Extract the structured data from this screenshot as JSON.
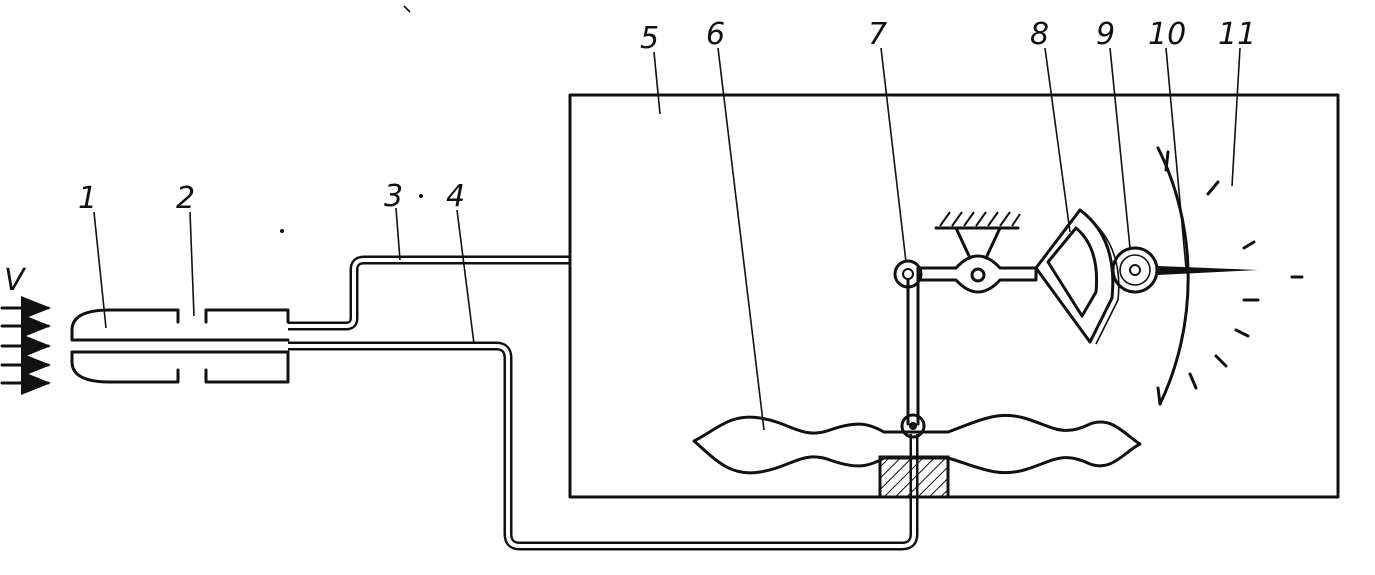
{
  "figure": {
    "flow_label": "V",
    "callouts": [
      {
        "id": "1",
        "label": "1"
      },
      {
        "id": "2",
        "label": "2"
      },
      {
        "id": "3",
        "label": "3"
      },
      {
        "id": "4",
        "label": "4"
      },
      {
        "id": "5",
        "label": "5"
      },
      {
        "id": "6",
        "label": "6"
      },
      {
        "id": "7",
        "label": "7"
      },
      {
        "id": "8",
        "label": "8"
      },
      {
        "id": "9",
        "label": "9"
      },
      {
        "id": "10",
        "label": "10"
      },
      {
        "id": "11",
        "label": "11"
      }
    ]
  }
}
